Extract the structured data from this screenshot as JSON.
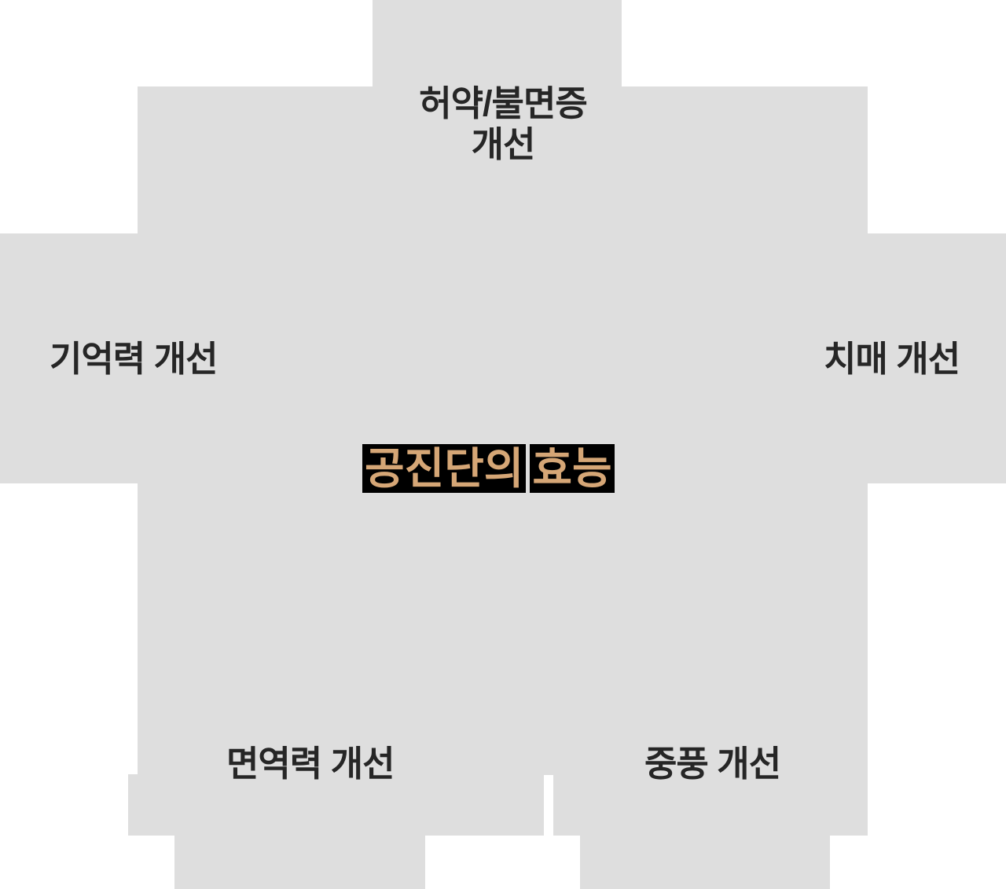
{
  "title": {
    "part1": "공진단의",
    "part2": "효능",
    "full": "공진단의 효능"
  },
  "labels": {
    "top_line1": "허약/불면증",
    "top_line2": "개선",
    "left": "기억력 개선",
    "right": "치매 개선",
    "bottom_left": "면역력 개선",
    "bottom_right": "중풍 개선"
  },
  "colors": {
    "background": "#ffffff",
    "shape": "#dedede",
    "text": "#262626",
    "accent": "#d5a676",
    "title_bg": "#000000"
  }
}
